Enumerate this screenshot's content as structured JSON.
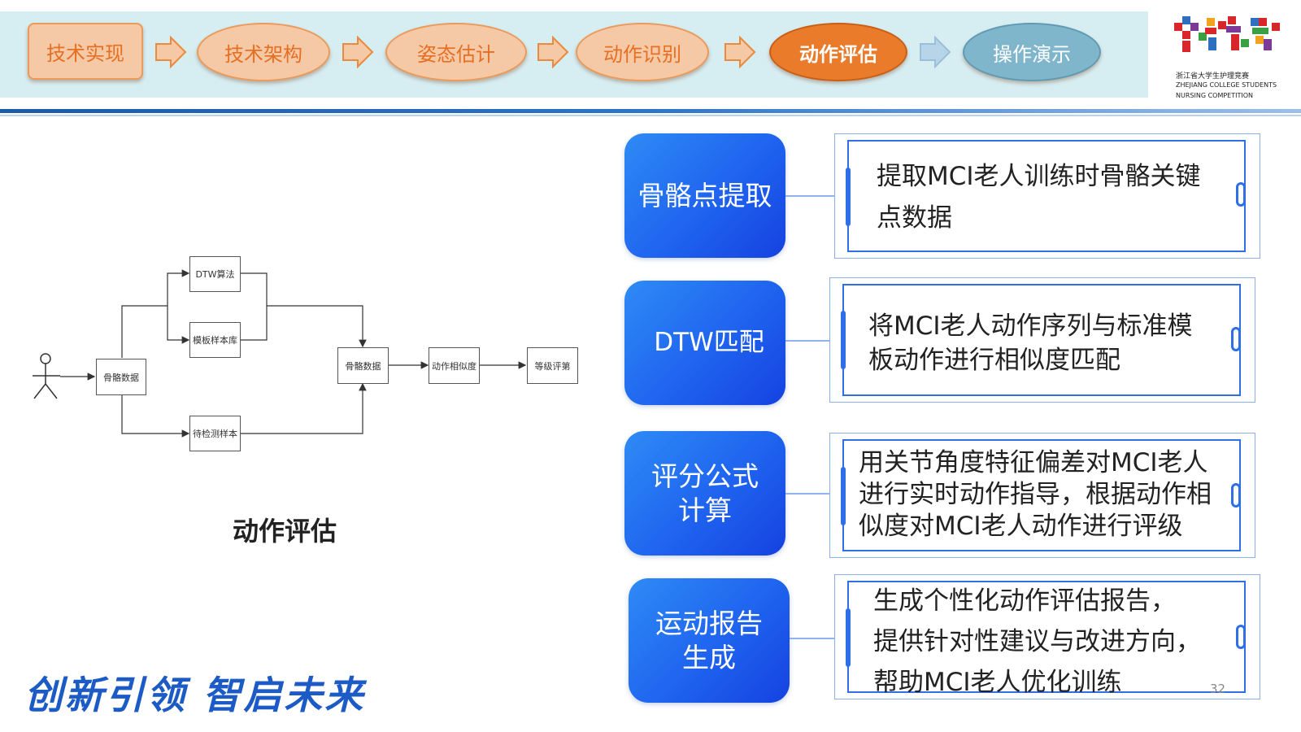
{
  "steps": [
    {
      "label": "技术实现"
    },
    {
      "label": "技术架构"
    },
    {
      "label": "姿态估计"
    },
    {
      "label": "动作识别"
    },
    {
      "label": "动作评估"
    },
    {
      "label": "操作演示"
    }
  ],
  "logo": {
    "cn": "浙江省大学生护理竞赛",
    "en_line1": "ZHEJIANG COLLEGE STUDENTS",
    "en_line2": "NURSING COMPETITION",
    "colors": [
      "#d9262b",
      "#2f6fc0",
      "#7c3a96",
      "#3aa043",
      "#f2a21b"
    ]
  },
  "diagram": {
    "title": "动作评估",
    "nodes": {
      "skeleton_in": "骨骼数据",
      "dtw": "DTW算法",
      "template": "模板样本库",
      "test_sample": "待检测样本",
      "skeleton_mid": "骨骼数据",
      "similarity": "动作相似度",
      "grading": "等级评第"
    }
  },
  "cards": [
    {
      "title": "骨骼点提取",
      "desc_1": "提取MCI老人训练时骨骼关键",
      "desc_2": "点数据"
    },
    {
      "title": "DTW匹配",
      "desc_1": "将MCI老人动作序列与标准模",
      "desc_2": "板动作进行相似度匹配"
    },
    {
      "title_1": "评分公式",
      "title_2": "计算",
      "desc_1": "用关节角度特征偏差对MCI老人",
      "desc_2": "进行实时动作指导，根据动作相",
      "desc_3": "似度对MCI老人动作进行评级"
    },
    {
      "title_1": "运动报告",
      "title_2": "生成",
      "desc_1": "生成个性化动作评估报告，",
      "desc_2": "提供针对性建议与改进方向，",
      "desc_3": "帮助MCI老人优化训练"
    }
  ],
  "slogan": "创新引领  智启未来",
  "page_number": "32"
}
